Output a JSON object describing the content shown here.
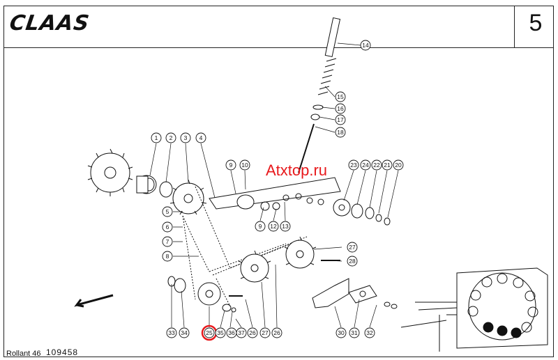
{
  "brand": "CLAAS",
  "page_number": "5",
  "model": "Rollant 46",
  "drawing_code": "109458",
  "watermark": "Atxtop.ru",
  "highlight_color": "#e8191c",
  "callouts": [
    {
      "label": "1"
    },
    {
      "label": "2"
    },
    {
      "label": "3"
    },
    {
      "label": "4"
    },
    {
      "label": "5"
    },
    {
      "label": "6"
    },
    {
      "label": "7"
    },
    {
      "label": "8"
    },
    {
      "label": "9"
    },
    {
      "label": "10"
    },
    {
      "label": "9"
    },
    {
      "label": "12"
    },
    {
      "label": "13"
    },
    {
      "label": "14"
    },
    {
      "label": "15"
    },
    {
      "label": "16"
    },
    {
      "label": "17"
    },
    {
      "label": "18"
    },
    {
      "label": "23"
    },
    {
      "label": "24"
    },
    {
      "label": "22"
    },
    {
      "label": "21"
    },
    {
      "label": "20"
    },
    {
      "label": "27"
    },
    {
      "label": "28"
    },
    {
      "label": "33"
    },
    {
      "label": "34"
    },
    {
      "label": "25"
    },
    {
      "label": "35"
    },
    {
      "label": "36"
    },
    {
      "label": "37"
    },
    {
      "label": "26"
    },
    {
      "label": "27"
    },
    {
      "label": "26"
    },
    {
      "label": "30"
    },
    {
      "label": "31"
    },
    {
      "label": "32"
    }
  ],
  "highlighted_callout": "25",
  "icons": [
    "direction-arrow-icon",
    "machine-thumbnail-icon"
  ]
}
